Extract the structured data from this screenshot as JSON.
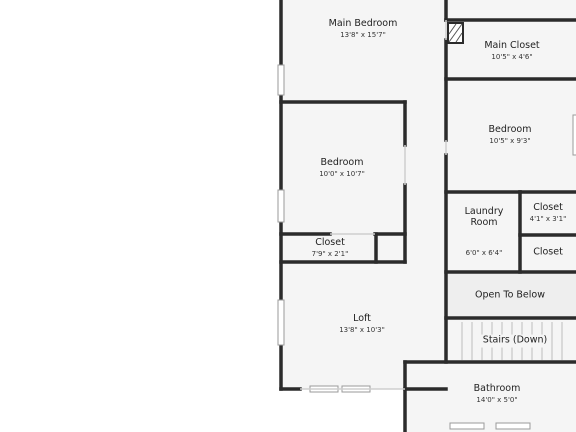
{
  "floorplan": {
    "colors": {
      "wall": "#2b2b2b",
      "floor": "#f5f5f5",
      "window": "#d8d8d8",
      "open_below": "#eeeeee"
    },
    "rooms": [
      {
        "id": "main-bedroom",
        "name": "Main Bedroom",
        "dims": "13'8\" x 15'7\""
      },
      {
        "id": "main-closet",
        "name": "Main Closet",
        "dims": "10'5\" x 4'6\""
      },
      {
        "id": "bedroom-east",
        "name": "Bedroom",
        "dims": "10'5\" x 9'3\""
      },
      {
        "id": "bedroom-west",
        "name": "Bedroom",
        "dims": "10'0\" x 10'7\""
      },
      {
        "id": "closet-east",
        "name": "Closet",
        "dims": "4'1\" x 3'1\""
      },
      {
        "id": "laundry-room",
        "name": "Laundry\nRoom",
        "dims": "6'0\" x 6'4\""
      },
      {
        "id": "closet-small",
        "name": "Closet",
        "dims": ""
      },
      {
        "id": "closet-west",
        "name": "Closet",
        "dims": "7'9\" x 2'1\""
      },
      {
        "id": "open-to-below",
        "name": "Open To Below",
        "dims": ""
      },
      {
        "id": "stairs",
        "name": "Stairs (Down)",
        "dims": ""
      },
      {
        "id": "loft",
        "name": "Loft",
        "dims": "13'8\" x 10'3\""
      },
      {
        "id": "bathroom",
        "name": "Bathroom",
        "dims": "14'0\" x 5'0\""
      }
    ]
  }
}
